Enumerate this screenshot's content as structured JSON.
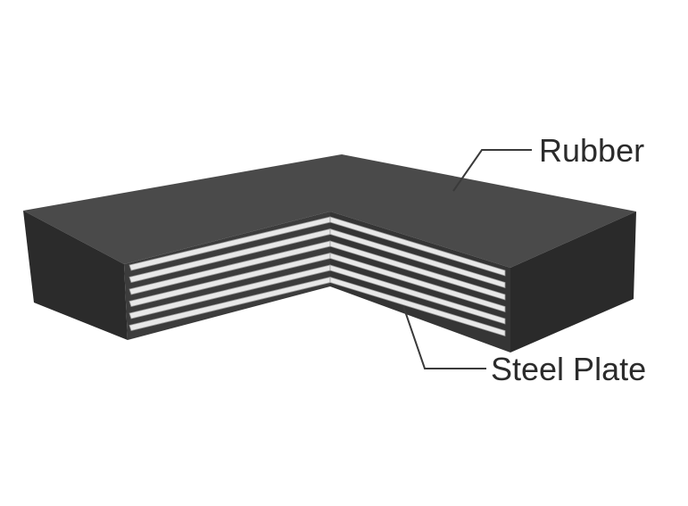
{
  "labels": {
    "rubber": "Rubber",
    "steel_plate": "Steel Plate"
  },
  "components": {
    "rubber": {
      "color": "#3f3f3f",
      "color_top": "#4a4a4a",
      "color_side": "#2f2f2f"
    },
    "steel_plate": {
      "color": "#e8e8e8",
      "shadow": "#9a9a9a",
      "count": 6
    }
  }
}
